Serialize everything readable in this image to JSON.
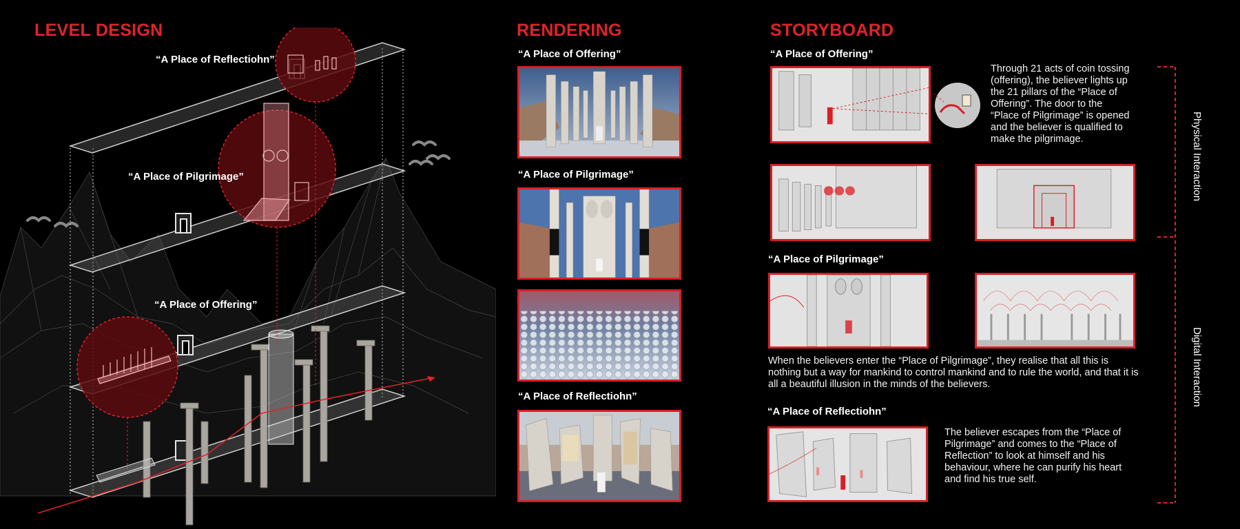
{
  "sections": {
    "level_design": "LEVEL DESIGN",
    "rendering": "RENDERING",
    "storyboard": "STORYBOARD"
  },
  "level_design": {
    "label_reflection": "“A Place of Reflectiohn”",
    "label_pilgrimage": "“A Place of Pilgrimage”",
    "label_offering": "“A Place of Offering”"
  },
  "rendering": {
    "label_offering": "“A Place of Offering”",
    "label_pilgrimage": "“A Place of Pilgrimage”",
    "label_reflection": "“A Place of Reflectiohn”"
  },
  "storyboard": {
    "label_offering": "“A Place of Offering”",
    "label_pilgrimage": "“A Place of Pilgrimage”",
    "label_reflection": "“A Place of Reflectiohn”",
    "text_offering": "Through 21 acts of coin tossing (offering), the believer lights up the 21 pillars of the “Place of Offering”. The door to the “Place of Pilgrimage” is opened and the believer is qualified to make the pilgrimage.",
    "text_pilgrimage": "When the believers enter the “Place of Pilgrimage”, they realise that all this is nothing but a way for mankind to control mankind and to rule the world, and that it is all a beautiful illusion in the minds of the believers.",
    "text_reflection": "The believer escapes from the “Place of Pilgrimage” and comes to the “Place of Reflection” to look at himself and his behaviour, where he can purify his heart and find his true self.",
    "bracket_physical": "Physical Interaction",
    "bracket_digital": "Digital Interaction"
  },
  "colors": {
    "accent": "#e0232a",
    "background": "#000000"
  }
}
